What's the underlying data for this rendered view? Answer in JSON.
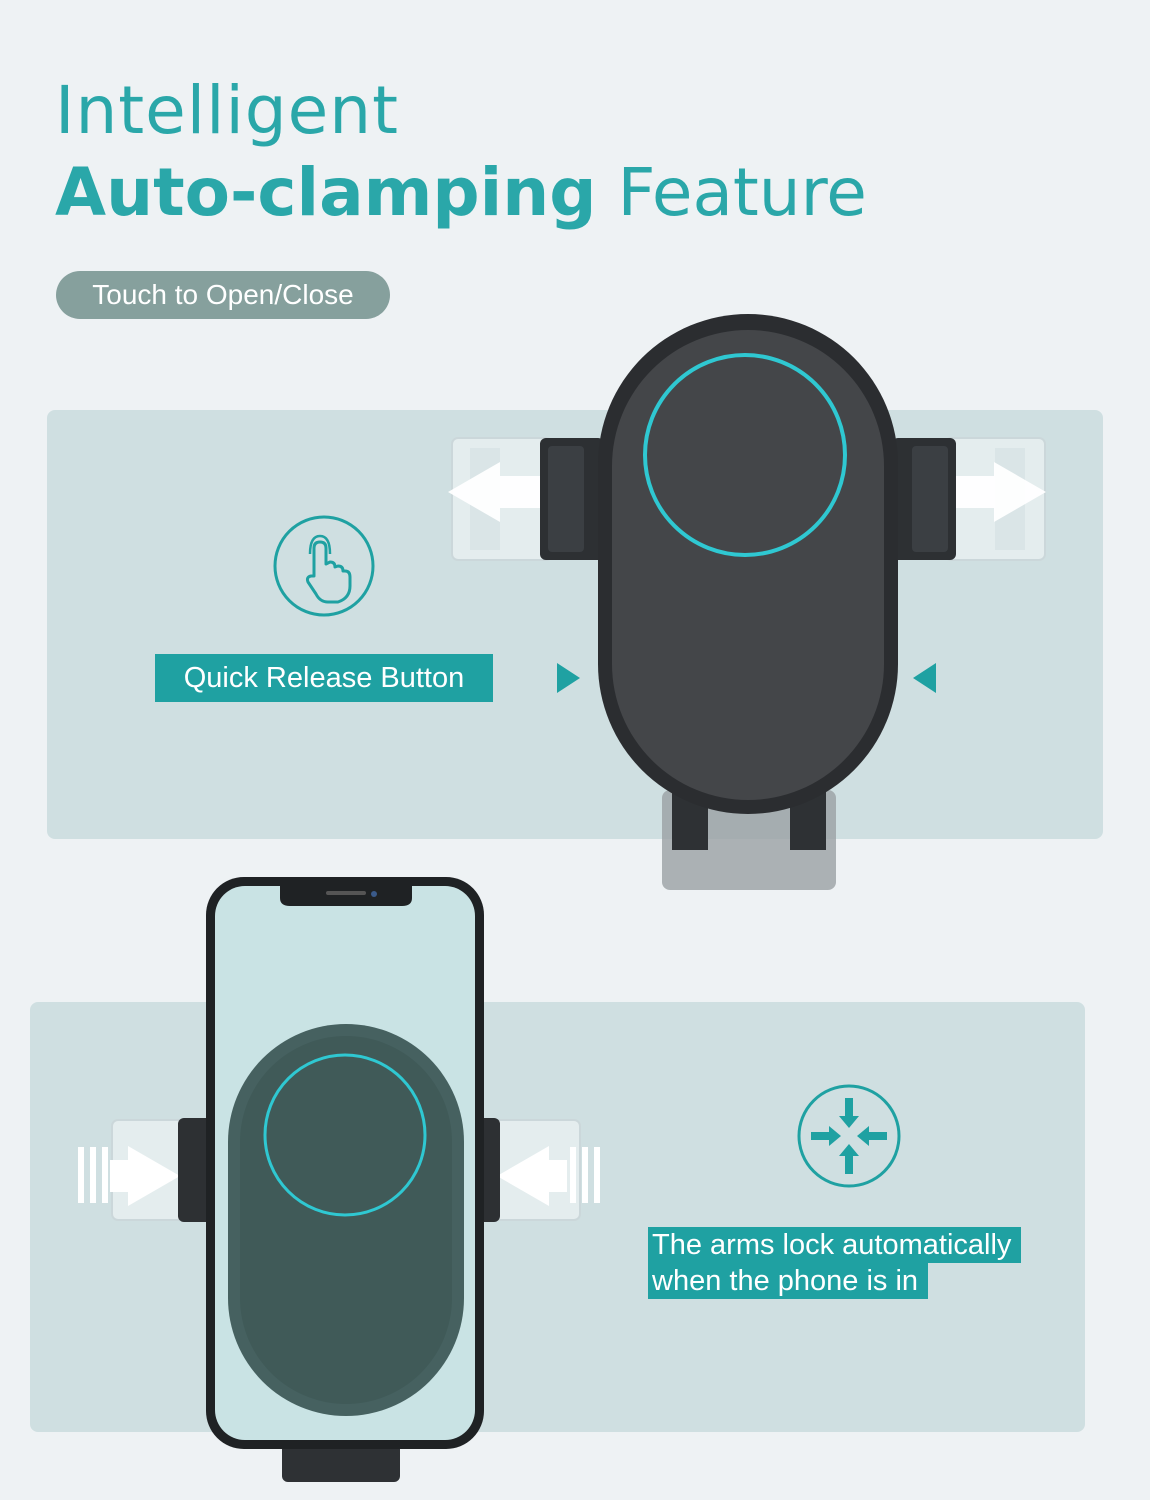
{
  "heading": {
    "line1": "Intelligent",
    "line2_bold": "Auto-clamping",
    "line2_rest": "Feature"
  },
  "mode_pill": "Touch to Open/Close",
  "top_panel": {
    "icon": "touch-hand-icon",
    "label": "Quick Release Button"
  },
  "bottom_panel": {
    "icon": "converging-arrows-icon",
    "label_line1": "The arms lock automatically",
    "label_line2": "when the phone is in"
  },
  "colors": {
    "accent": "#1fa1a2",
    "heading": "#2aa7a9",
    "panel": "#cfdfe1",
    "background": "#eef2f4",
    "pill": "#86a09d"
  }
}
